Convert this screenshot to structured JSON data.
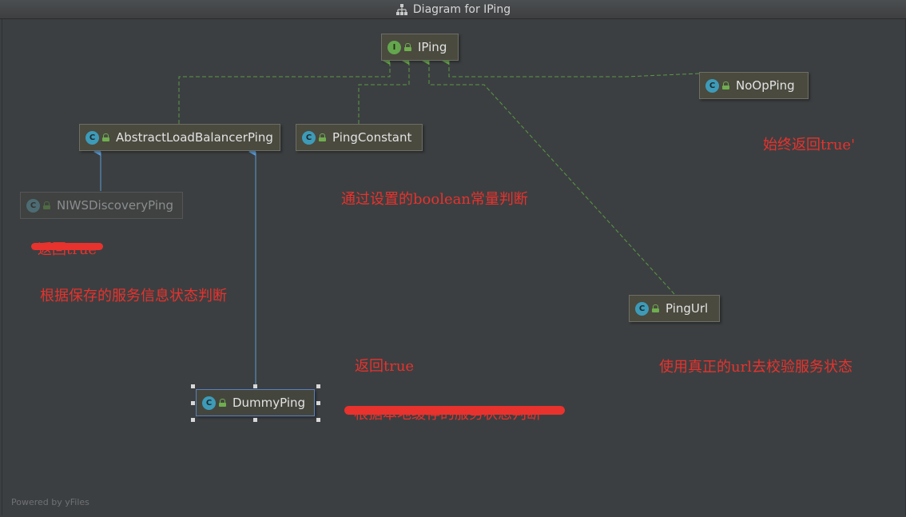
{
  "window": {
    "title": "Diagram for IPing",
    "title_icon": "hierarchy-icon"
  },
  "nodes": {
    "iping": {
      "label": "IPing",
      "badge": "I",
      "kind": "interface"
    },
    "abstract": {
      "label": "AbstractLoadBalancerPing",
      "badge": "C",
      "kind": "abstract-class"
    },
    "constant": {
      "label": "PingConstant",
      "badge": "C",
      "kind": "class"
    },
    "noop": {
      "label": "NoOpPing",
      "badge": "C",
      "kind": "class"
    },
    "niws": {
      "label": "NIWSDiscoveryPing",
      "badge": "C",
      "kind": "class",
      "faded": true
    },
    "pingurl": {
      "label": "PingUrl",
      "badge": "C",
      "kind": "class"
    },
    "dummy": {
      "label": "DummyPing",
      "badge": "C",
      "kind": "class",
      "selected": true
    }
  },
  "annotations": {
    "noop_note": "始终返回true'",
    "constant_note": "通过设置的boolean常量判断",
    "niws_struck_note": "返回true",
    "niws_note": "根据保存的服务信息状态判断",
    "dummy_note": "返回true",
    "dummy_struck_note": "根据本地缓存的服务状态判断",
    "pingurl_note": "使用真正的url去校验服务状态"
  },
  "footer": {
    "powered_by": "Powered by yFiles"
  },
  "colors": {
    "background": "#3c3f41",
    "node_fill": "#4a4a3f",
    "implements_edge": "#5a9a45",
    "extends_edge": "#5b9bd5",
    "annotation": "#e8322d"
  }
}
